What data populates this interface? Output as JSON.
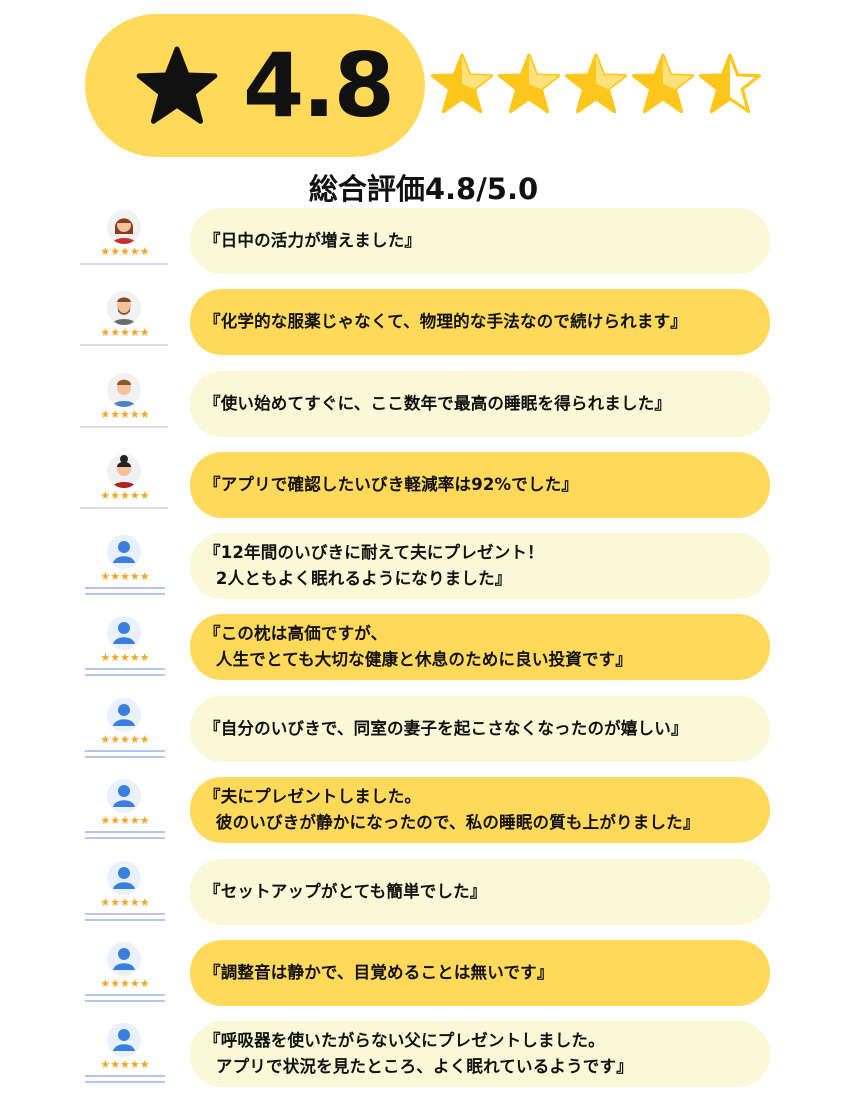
{
  "header": {
    "score": "4.8",
    "overall_label": "総合評価4.8/5.0",
    "star_rating": 4.8,
    "star_max": 5
  },
  "colors": {
    "badge": "#ffd95a",
    "star_gold": "#ffc61b",
    "pale_bubble": "#fbf8d7",
    "gold_bubble": "#ffd95a",
    "mini_star": "#f5a623"
  },
  "mini_stars": "★★★★★",
  "reviews": [
    {
      "text": "『日中の活力が増えました』",
      "style": "pale",
      "avatar": "woman-avatar-icon"
    },
    {
      "text": "『化学的な服薬じゃなくて、物理的な手法なので続けられます』",
      "style": "gold",
      "avatar": "bearded-man-avatar-icon"
    },
    {
      "text": "『使い始めてすぐに、ここ数年で最高の睡眠を得られました』",
      "style": "pale",
      "avatar": "man-avatar-icon"
    },
    {
      "text": "『アプリで確認したいびき軽減率は92%でした』",
      "style": "gold",
      "avatar": "bun-woman-avatar-icon"
    },
    {
      "text": "『12年間のいびきに耐えて夫にプレゼント！\n  2人ともよく眠れるようになりました』",
      "style": "pale",
      "avatar": "user-icon"
    },
    {
      "text": "『この枕は高価ですが、\n  人生でとても大切な健康と休息のために良い投資です』",
      "style": "gold",
      "avatar": "user-icon"
    },
    {
      "text": "『自分のいびきで、同室の妻子を起こさなくなったのが嬉しい』",
      "style": "pale",
      "avatar": "user-icon"
    },
    {
      "text": "『夫にプレゼントしました。\n  彼のいびきが静かになったので、私の睡眠の質も上がりました』",
      "style": "gold",
      "avatar": "user-icon"
    },
    {
      "text": "『セットアップがとても簡単でした』",
      "style": "pale",
      "avatar": "user-icon"
    },
    {
      "text": "『調整音は静かで、目覚めることは無いです』",
      "style": "gold",
      "avatar": "user-icon"
    },
    {
      "text": "『呼吸器を使いたがらない父にプレゼントしました。\n  アプリで状況を見たところ、よく眠れているようです』",
      "style": "pale",
      "avatar": "user-icon"
    }
  ]
}
